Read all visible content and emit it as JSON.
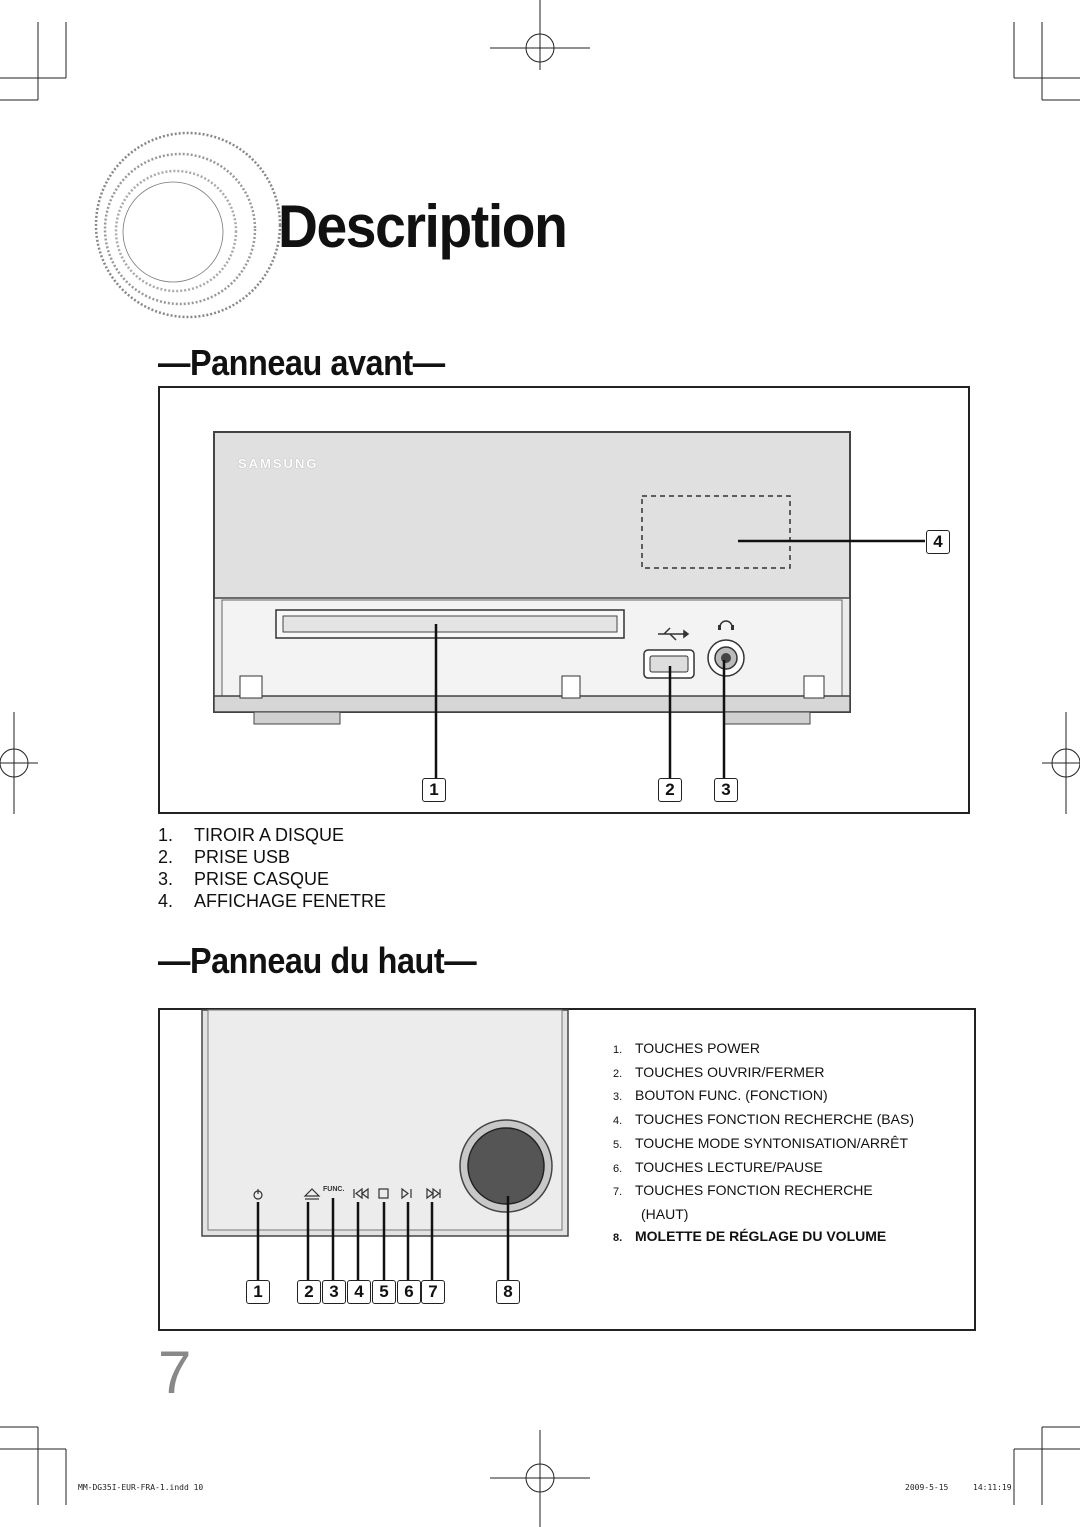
{
  "page_title": "Description",
  "front_panel": {
    "heading": "—Panneau avant—",
    "brand": "SAMSUNG",
    "callouts": [
      "1",
      "2",
      "3",
      "4"
    ],
    "items": [
      {
        "num": "1.",
        "label": "TIROIR A DISQUE"
      },
      {
        "num": "2.",
        "label": "PRISE USB"
      },
      {
        "num": "3.",
        "label": "PRISE CASQUE"
      },
      {
        "num": "4.",
        "label": "AFFICHAGE FENETRE"
      }
    ]
  },
  "top_panel": {
    "heading": "—Panneau du haut—",
    "func_label": "FUNC.",
    "callouts": [
      "1",
      "2",
      "3",
      "4",
      "5",
      "6",
      "7",
      "8"
    ],
    "items": [
      {
        "num": "1.",
        "label": "TOUCHES POWER"
      },
      {
        "num": "2.",
        "label": "TOUCHES OUVRIR/FERMER"
      },
      {
        "num": "3.",
        "label": "BOUTON FUNC. (FONCTION)"
      },
      {
        "num": "4.",
        "label": "TOUCHES FONCTION RECHERCHE (BAS)"
      },
      {
        "num": "5.",
        "label": "TOUCHE MODE SYNTONISATION/ARRÊT"
      },
      {
        "num": "6.",
        "label": "TOUCHES LECTURE/PAUSE"
      },
      {
        "num": "7.",
        "label": "TOUCHES FONCTION RECHERCHE"
      },
      {
        "num": "",
        "label": "(HAUT)"
      },
      {
        "num": "8.",
        "label": "MOLETTE DE RÉGLAGE DU VOLUME"
      }
    ]
  },
  "page_number": "7",
  "footer": {
    "file": "MM-DG35I-EUR-FRA-1.indd   10",
    "date": "2009-5-15",
    "time": "14:11:19"
  }
}
